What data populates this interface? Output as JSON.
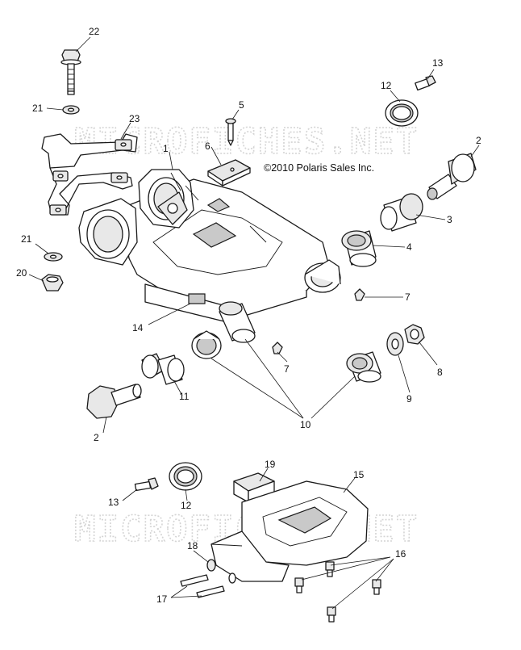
{
  "copyright": "©2010 Polaris Sales Inc.",
  "watermark": "MICROFICHES.NET",
  "callouts": {
    "c22": "22",
    "c21a": "21",
    "c23": "23",
    "c1": "1",
    "c6": "6",
    "c5": "5",
    "c12a": "12",
    "c13a": "13",
    "c2a": "2",
    "c3": "3",
    "c4": "4",
    "c7a": "7",
    "c21b": "21",
    "c20": "20",
    "c14": "14",
    "c7b": "7",
    "c8": "8",
    "c9": "9",
    "c11": "11",
    "c10": "10",
    "c2b": "2",
    "c19": "19",
    "c15": "15",
    "c13b": "13",
    "c12b": "12",
    "c18": "18",
    "c16": "16",
    "c17": "17"
  }
}
